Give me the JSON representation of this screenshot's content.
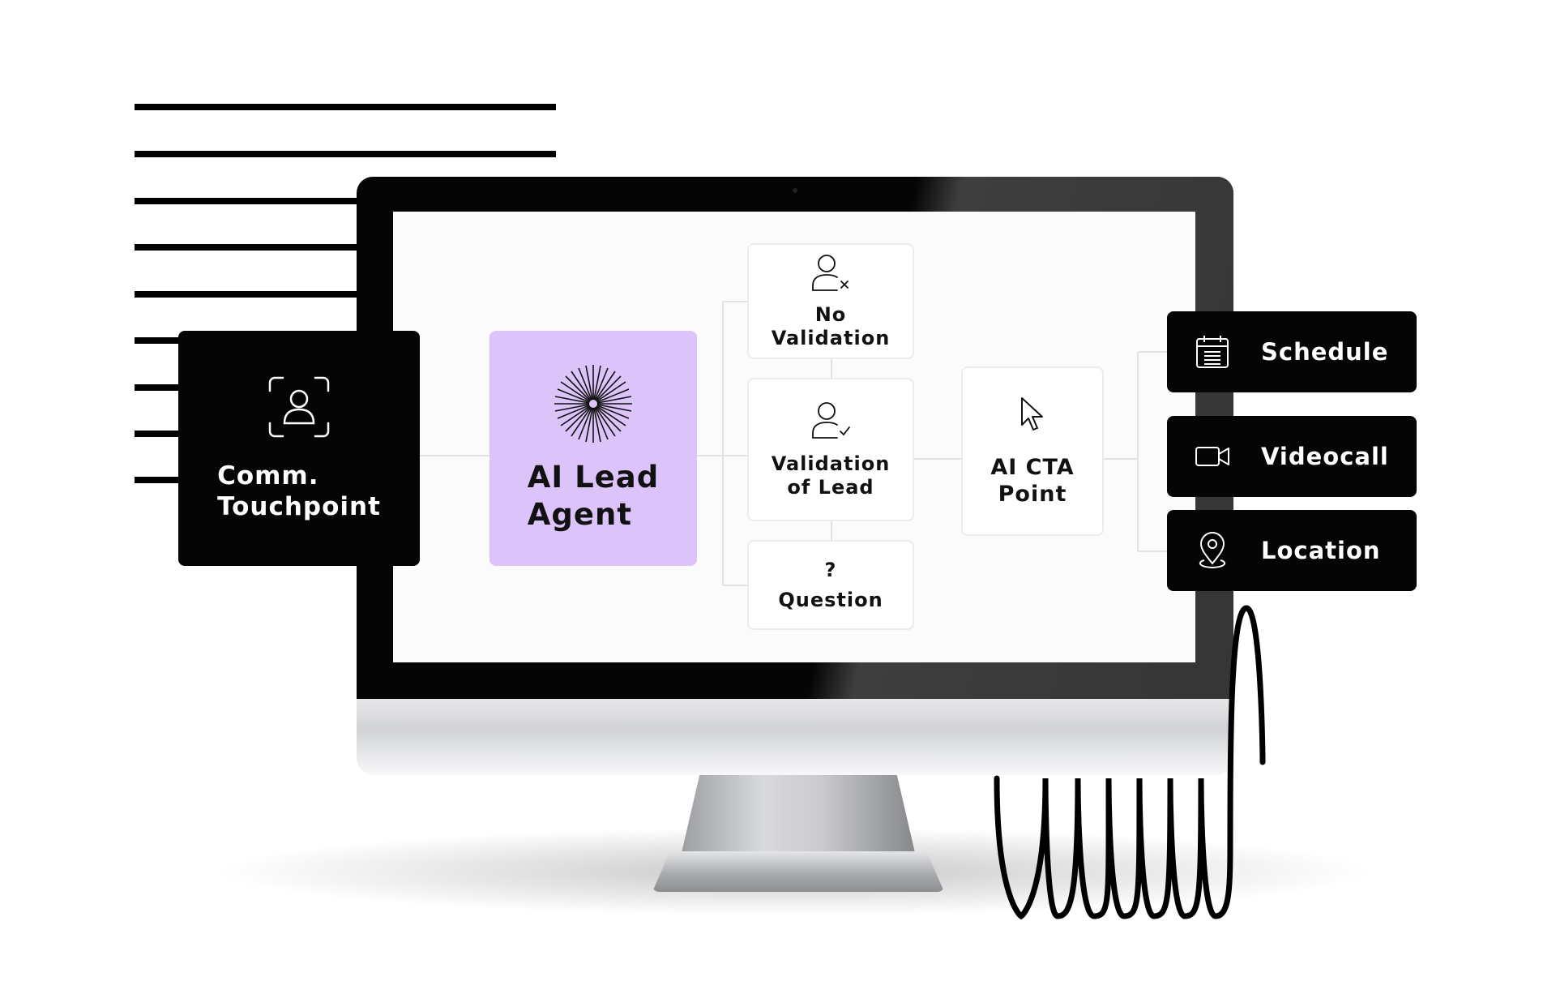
{
  "touchpoint": {
    "label": "Comm.\nTouchpoint"
  },
  "agent": {
    "label": "AI Lead\nAgent",
    "color": "#dcc4fb"
  },
  "outcomes": {
    "no_validation": "No\nValidation",
    "validation": "Validation\nof Lead",
    "question_mark": "?",
    "question": "Question"
  },
  "cta": {
    "label": "AI CTA\nPoint"
  },
  "actions": [
    {
      "label": "Schedule",
      "icon": "calendar-icon"
    },
    {
      "label": "Videocall",
      "icon": "video-camera-icon"
    },
    {
      "label": "Location",
      "icon": "location-pin-icon"
    }
  ]
}
